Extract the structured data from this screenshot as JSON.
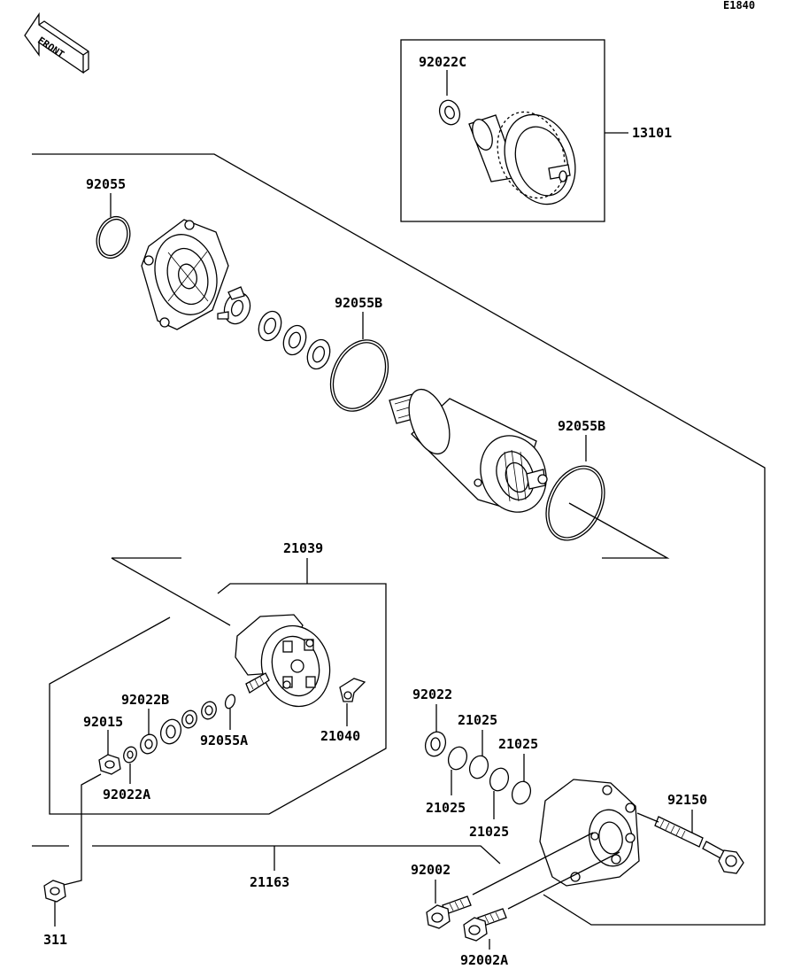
{
  "diagram_code": "E1840",
  "front_badge": "FRONT",
  "callouts": {
    "p92022C": "92022C",
    "p13101": "13101",
    "p92055": "92055",
    "p92055B_top": "92055B",
    "p92055B_mid": "92055B",
    "p21039": "21039",
    "p92022": "92022",
    "p21025_a": "21025",
    "p21025_b": "21025",
    "p21025_c": "21025",
    "p21025_d": "21025",
    "p92022B": "92022B",
    "p92015": "92015",
    "p92055A": "92055A",
    "p21040": "21040",
    "p92022A": "92022A",
    "p92150": "92150",
    "p21163": "21163",
    "p92002": "92002",
    "p311": "311",
    "p92002A": "92002A"
  },
  "icons": {
    "front_badge": "front-arrow-icon"
  }
}
